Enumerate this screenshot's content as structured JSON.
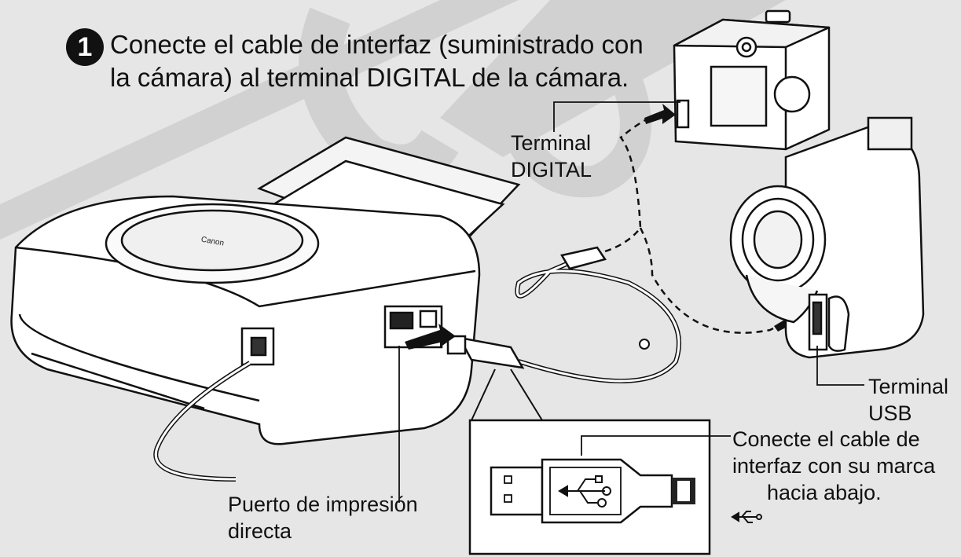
{
  "step": {
    "number": "1",
    "line1": "Conecte el cable de interfaz (suministrado con",
    "line2": "la cámara) al terminal DIGITAL de la cámara."
  },
  "watermark": "COPY",
  "brand": "Canon",
  "labels": {
    "terminal_digital_1": "Terminal",
    "terminal_digital_2": "DIGITAL",
    "terminal_usb_1": "Terminal",
    "terminal_usb_2": "USB",
    "connect_1": "Conecte el cable de",
    "connect_2": "interfaz con su marca",
    "connect_3": "hacia abajo.",
    "port_1": "Puerto de impresión",
    "port_2": "directa"
  },
  "icons": {
    "usb": "usb-trident-icon"
  }
}
